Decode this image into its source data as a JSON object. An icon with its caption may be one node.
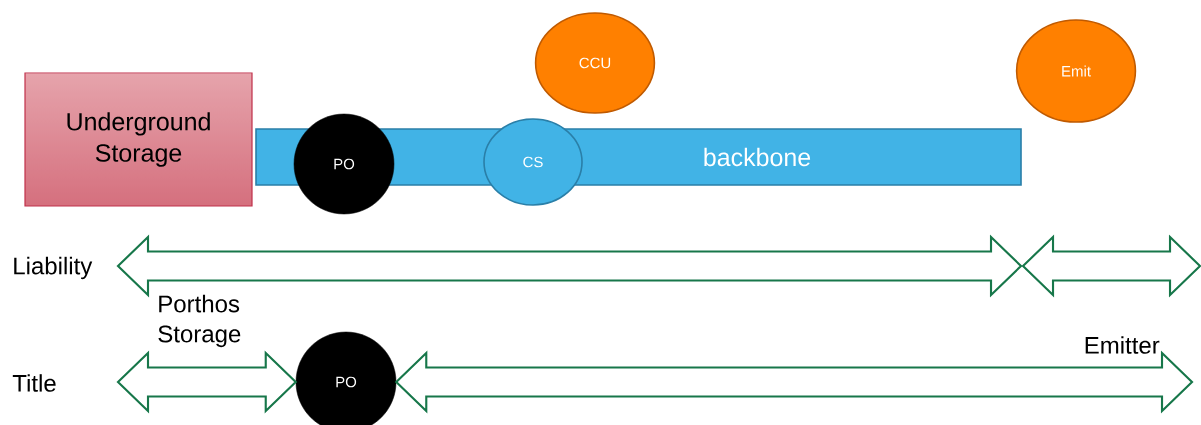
{
  "diagram": {
    "nodes": [
      {
        "text": [
          "CCU"
        ]
      },
      {
        "text": [
          "Emit"
        ]
      },
      {
        "text": [
          "Underground Storage"
        ]
      },
      {
        "text": [
          "backbone"
        ]
      },
      {
        "text": [
          "PO"
        ]
      },
      {
        "text": [
          "CS"
        ]
      },
      {
        "text": [
          "PO"
        ]
      }
    ],
    "edges": [
      {
        "from": null,
        "to": 6,
        "arrow": "both"
      },
      {
        "from": 6,
        "to": null,
        "arrow": "both"
      }
    ],
    "labels": [
      "Liability",
      "Porthos Storage",
      "Title",
      "Emitter"
    ]
  }
}
